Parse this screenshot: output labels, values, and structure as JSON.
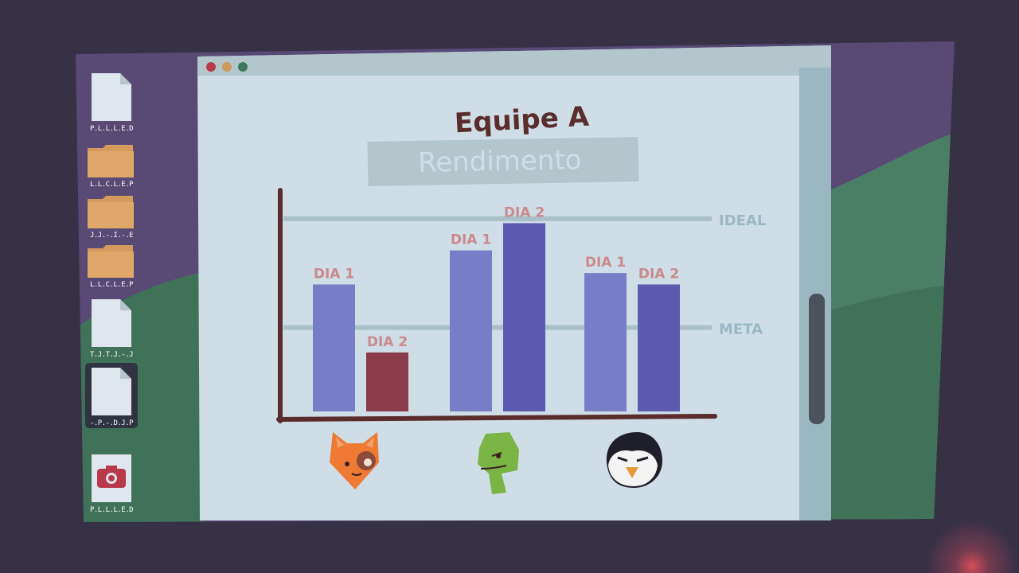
{
  "desktop": {
    "icons": [
      {
        "type": "file",
        "label": "P.L.L.L.E.D"
      },
      {
        "type": "folder",
        "label": "L.L.C.L.E.P"
      },
      {
        "type": "folder",
        "label": "J.J.-.I.-.E"
      },
      {
        "type": "folder",
        "label": "L.L.C.L.E.P"
      },
      {
        "type": "file",
        "label": "T.J.T.J.-.J"
      },
      {
        "type": "file",
        "label": "-.P.-.D.J.P",
        "selected": true
      },
      {
        "type": "camera",
        "label": "P.L.L.L.E.D"
      }
    ]
  },
  "window": {
    "traffic_lights": [
      {
        "name": "close",
        "color": "#b83a4a"
      },
      {
        "name": "minimize",
        "color": "#cf9a5c"
      },
      {
        "name": "zoom",
        "color": "#3c7c5c"
      }
    ]
  },
  "chart_data": {
    "type": "bar",
    "title": "Equipe A",
    "subtitle": "Rendimento",
    "categories": [
      "fox",
      "lizard",
      "penguin"
    ],
    "series": [
      {
        "name": "DIA 1",
        "values": [
          0.56,
          0.71,
          0.61
        ],
        "colors": [
          "#797dc8",
          "#797dc8",
          "#797dc8"
        ]
      },
      {
        "name": "DIA 2",
        "values": [
          0.26,
          0.83,
          0.56
        ],
        "colors": [
          "#8a3c4a",
          "#5b5ab0",
          "#5b5ab0"
        ]
      }
    ],
    "reference_lines": [
      {
        "label": "IDEAL",
        "value": 0.85
      },
      {
        "label": "META",
        "value": 0.37
      }
    ],
    "ylim": [
      0,
      1
    ],
    "grid": false,
    "axis_color": "#5a2d2d",
    "bar_label_color": "#c98a8e",
    "reference_line_color": "#a9c0c8",
    "reference_label_color": "#9ab8c3"
  },
  "team": [
    {
      "name": "fox",
      "icon": "fox-avatar-icon"
    },
    {
      "name": "lizard",
      "icon": "lizard-avatar-icon"
    },
    {
      "name": "penguin",
      "icon": "penguin-avatar-icon"
    }
  ]
}
